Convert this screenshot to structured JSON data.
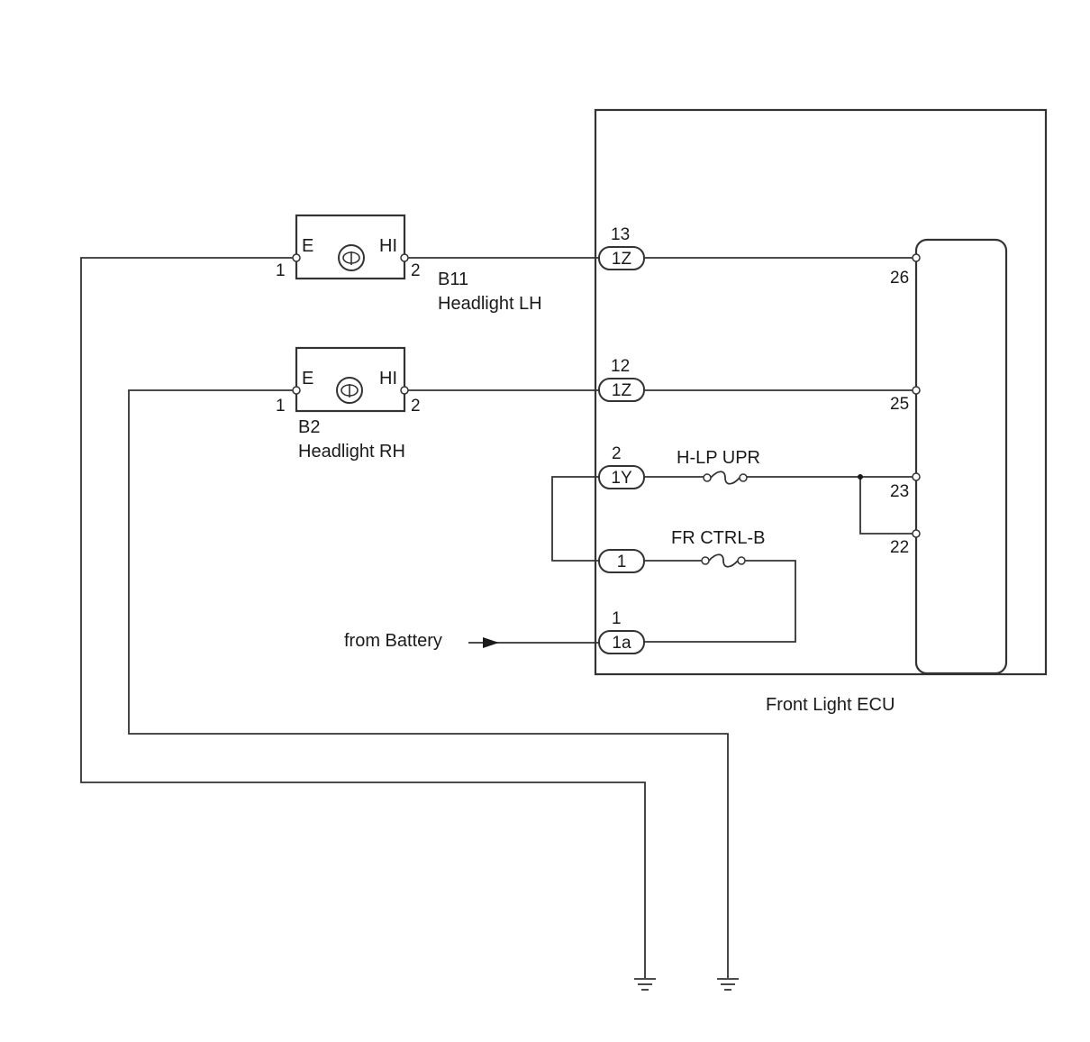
{
  "headlight_lh": {
    "code": "B11",
    "name": "Headlight LH",
    "terminal_e": "E",
    "terminal_hi": "HI",
    "pin_e": "1",
    "pin_hi": "2"
  },
  "headlight_rh": {
    "code": "B2",
    "name": "Headlight RH",
    "terminal_e": "E",
    "terminal_hi": "HI",
    "pin_e": "1",
    "pin_hi": "2"
  },
  "connectors": [
    {
      "pin": "13",
      "code": "1Z"
    },
    {
      "pin": "12",
      "code": "1Z"
    },
    {
      "pin": "2",
      "code": "1Y"
    },
    {
      "pin": "",
      "code": "1"
    },
    {
      "pin": "1",
      "code": "1a"
    }
  ],
  "fuses": {
    "upper": "H-LP UPR",
    "lower": "FR CTRL-B"
  },
  "ecu": {
    "name": "Front Light ECU",
    "pins": [
      "26",
      "25",
      "23",
      "22"
    ]
  },
  "battery_label": "from Battery"
}
